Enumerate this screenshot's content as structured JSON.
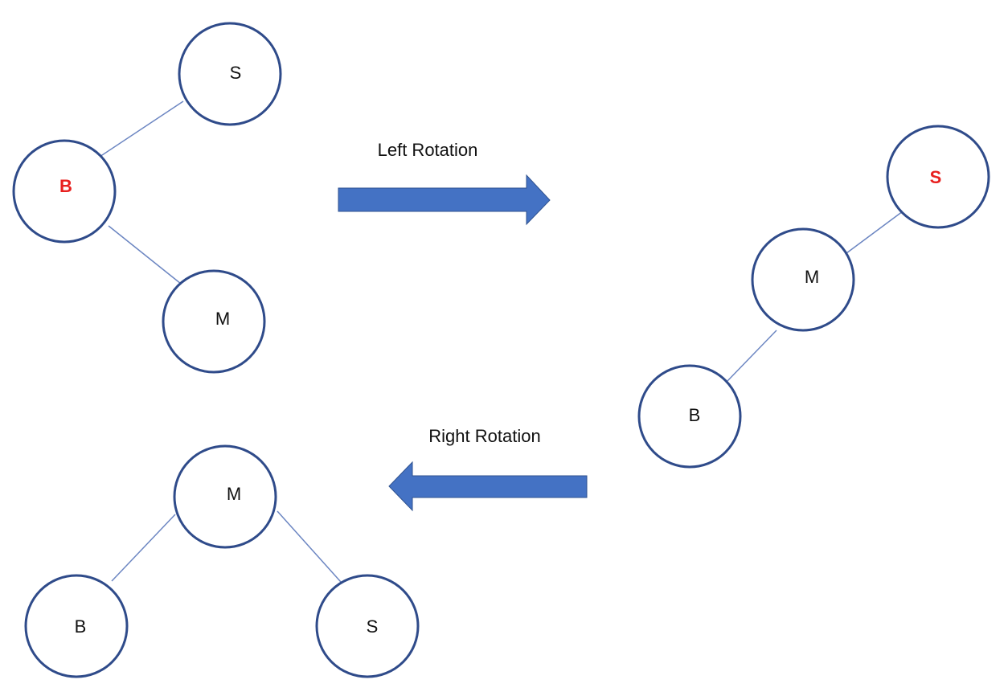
{
  "colors": {
    "node_stroke": "#2f4b8a",
    "edge_stroke": "#6c86c2",
    "arrow_fill": "#4472c4",
    "arrow_stroke": "#2f528f",
    "text": "#111111",
    "highlight": "#e8201f"
  },
  "trees": {
    "original": {
      "root": {
        "label": "S",
        "highlight": false
      },
      "left": {
        "label": "B",
        "highlight": true
      },
      "left_right": {
        "label": "M",
        "highlight": false
      }
    },
    "after_left": {
      "root": {
        "label": "S",
        "highlight": true
      },
      "left": {
        "label": "M",
        "highlight": false
      },
      "left_left": {
        "label": "B",
        "highlight": false
      }
    },
    "after_right": {
      "root": {
        "label": "M",
        "highlight": false
      },
      "left": {
        "label": "B",
        "highlight": false
      },
      "right": {
        "label": "S",
        "highlight": false
      }
    }
  },
  "operations": {
    "left_rotation": "Left Rotation",
    "right_rotation": "Right Rotation"
  }
}
